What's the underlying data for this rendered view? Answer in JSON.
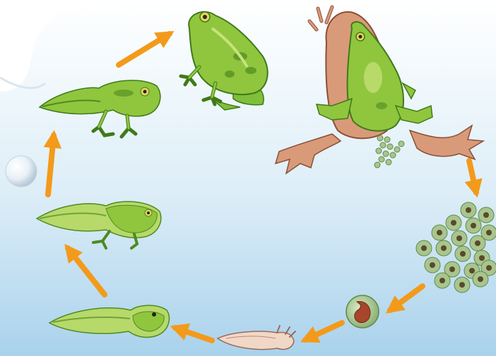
{
  "diagram": {
    "kind": "frog life cycle",
    "stages": [
      {
        "id": "adult-pair-eggs",
        "icon": "mating-frogs-icon"
      },
      {
        "id": "frogspawn",
        "icon": "frogspawn-icon"
      },
      {
        "id": "embryo",
        "icon": "egg-embryo-icon"
      },
      {
        "id": "hatchling",
        "icon": "hatchling-tadpole-icon"
      },
      {
        "id": "tadpole",
        "icon": "tadpole-icon"
      },
      {
        "id": "tadpole-with-legs",
        "icon": "tadpole-legs-icon"
      },
      {
        "id": "froglet",
        "icon": "froglet-icon"
      },
      {
        "id": "adult-frog",
        "icon": "adult-frog-icon"
      }
    ],
    "colors": {
      "arrow": "#f39a1b",
      "frog_green": "#8fc63e",
      "frog_dark": "#4f8a1f",
      "female_frog": "#d99a7a",
      "egg": "#a9c58e",
      "background_top": "#ffffff",
      "background_bottom": "#a9d2ec"
    }
  }
}
